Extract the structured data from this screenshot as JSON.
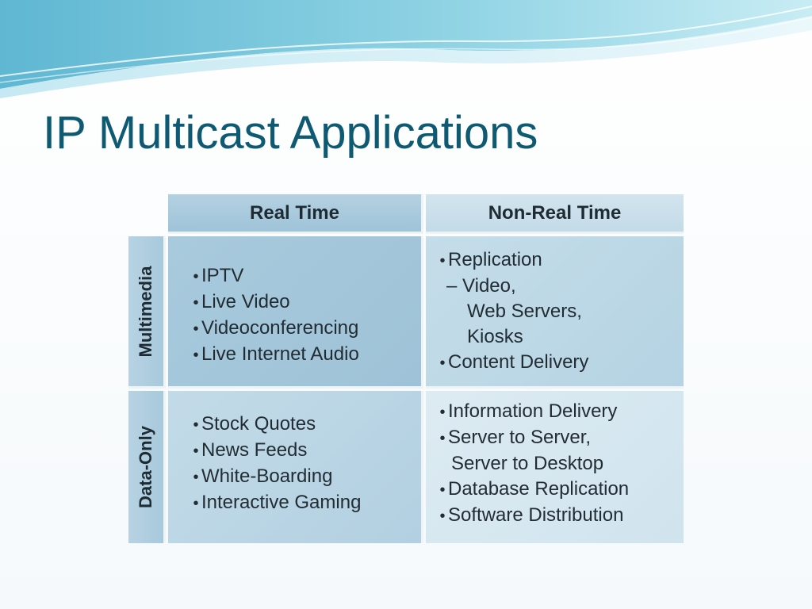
{
  "slide": {
    "title": "IP Multicast Applications"
  },
  "table": {
    "column_headers": [
      "Real Time",
      "Non-Real Time"
    ],
    "row_headers": [
      "Multimedia",
      "Data-Only"
    ],
    "multimedia_realtime": [
      "IPTV",
      "Live Video",
      "Videoconferencing",
      "Live Internet Audio"
    ],
    "multimedia_nonrealtime": {
      "item1": "Replication",
      "sub_dash": "–",
      "sub_line1": "Video,",
      "sub_line2": "Web Servers,",
      "sub_line3": "Kiosks",
      "item2": "Content Delivery"
    },
    "dataonly_realtime": [
      "Stock Quotes",
      "News Feeds",
      "White-Boarding",
      "Interactive Gaming"
    ],
    "dataonly_nonrealtime": {
      "item1": "Information Delivery",
      "item2_line1": "Server to Server,",
      "item2_line2": "Server to Desktop",
      "item3": "Database Replication",
      "item4": "Software Distribution"
    }
  },
  "bullet_glyph": "•",
  "colors": {
    "title": "#0e5a73",
    "accent_wave": "#7cc6dc"
  }
}
